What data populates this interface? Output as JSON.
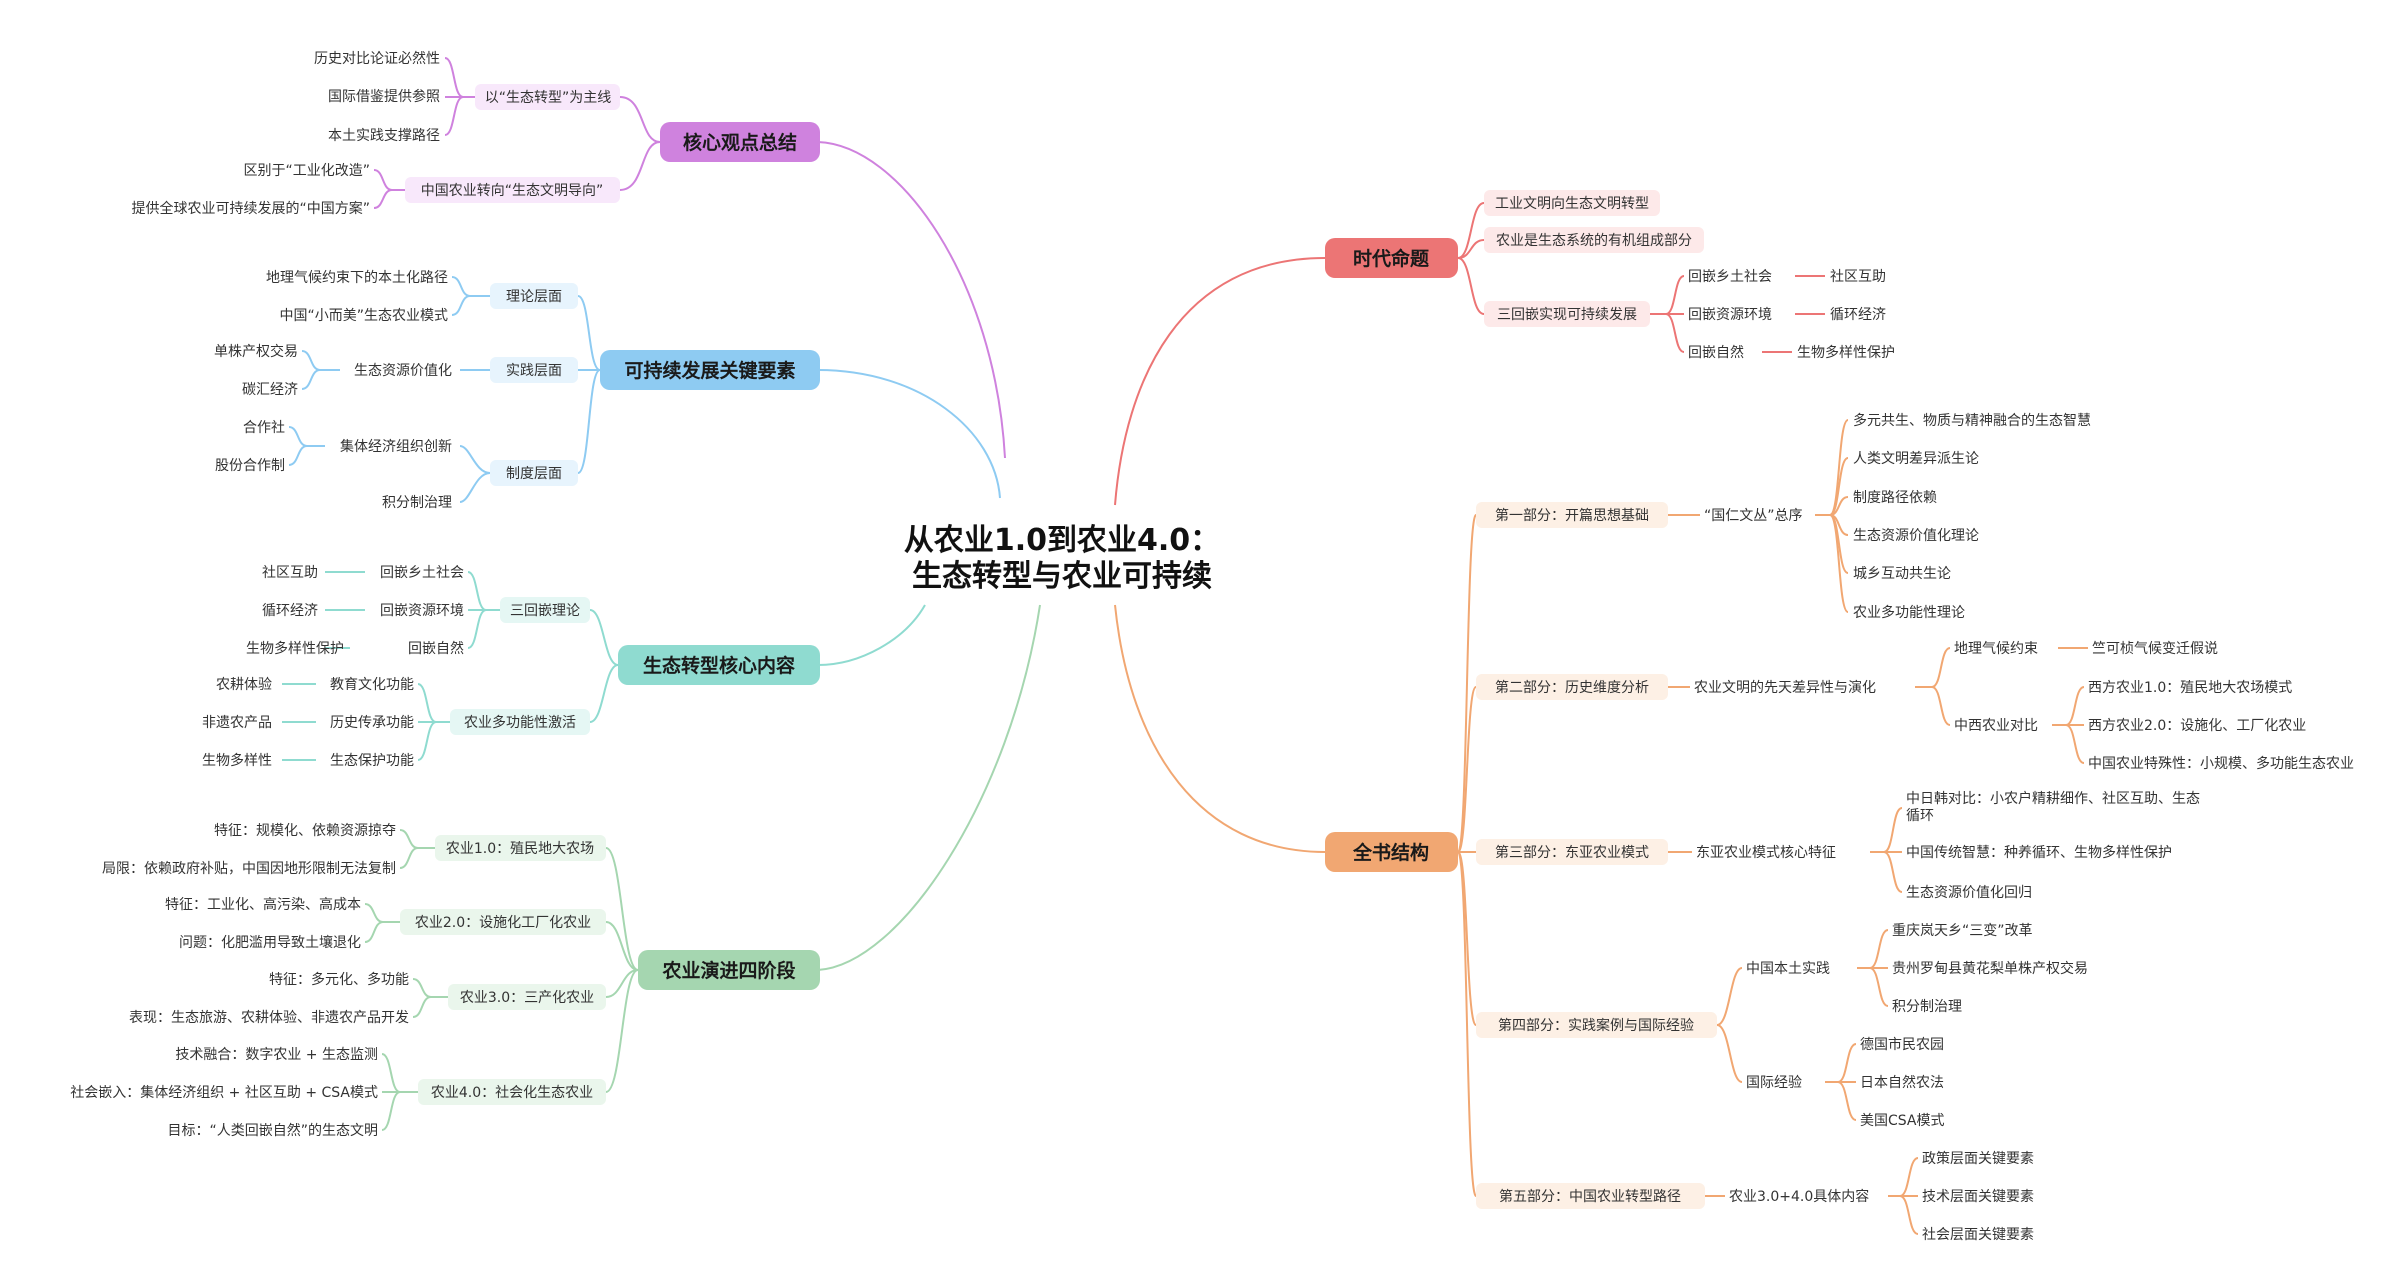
{
  "title": {
    "line1": "从农业1.0到农业4.0：",
    "line2": "生态转型与农业可持续"
  },
  "colors": {
    "purple": "#cf82de",
    "blue": "#8ecbf2",
    "teal": "#8fdbd0",
    "green": "#a5d6b0",
    "red": "#ec7575",
    "orange": "#f1a772"
  },
  "branches": {
    "core": {
      "label": "核心观点总结",
      "groups": [
        {
          "label": "以“生态转型”为主线",
          "leaves": [
            "历史对比论证必然性",
            "国际借鉴提供参照",
            "本土实践支撑路径"
          ]
        },
        {
          "label": "中国农业转向“生态文明导向”",
          "leaves": [
            "区别于“工业化改造”",
            "提供全球农业可持续发展的“中国方案”"
          ]
        }
      ]
    },
    "sustain": {
      "label": "可持续发展关键要素",
      "theory": {
        "label": "理论层面",
        "leaves": [
          "地理气候约束下的本土化路径",
          "中国“小而美”生态农业模式"
        ]
      },
      "practice": {
        "label": "实践层面",
        "sub": "生态资源价值化",
        "leaves": [
          "单株产权交易",
          "碳汇经济"
        ]
      },
      "system": {
        "label": "制度层面",
        "sub": "集体经济组织创新",
        "leaves": [
          "合作社",
          "股份合作制"
        ],
        "extra": "积分制治理"
      }
    },
    "ecocore": {
      "label": "生态转型核心内容",
      "groups": [
        {
          "label": "三回嵌理论",
          "items": [
            {
              "mid": "回嵌乡土社会",
              "leaf": "社区互助"
            },
            {
              "mid": "回嵌资源环境",
              "leaf": "循环经济"
            },
            {
              "mid": "回嵌自然",
              "leaf": "生物多样性保护"
            }
          ]
        },
        {
          "label": "农业多功能性激活",
          "items": [
            {
              "mid": "教育文化功能",
              "leaf": "农耕体验"
            },
            {
              "mid": "历史传承功能",
              "leaf": "非遗农产品"
            },
            {
              "mid": "生态保护功能",
              "leaf": "生物多样性"
            }
          ]
        }
      ]
    },
    "stages": {
      "label": "农业演进四阶段",
      "groups": [
        {
          "label": "农业1.0：殖民地大农场",
          "leaves": [
            "特征：规模化、依赖资源掠夺",
            "局限：依赖政府补贴，中国因地形限制无法复制"
          ]
        },
        {
          "label": "农业2.0：设施化工厂化农业",
          "leaves": [
            "特征：工业化、高污染、高成本",
            "问题：化肥滥用导致土壤退化"
          ]
        },
        {
          "label": "农业3.0：三产化农业",
          "leaves": [
            "特征：多元化、多功能",
            "表现：生态旅游、农耕体验、非遗农产品开发"
          ]
        },
        {
          "label": "农业4.0：社会化生态农业",
          "leaves": [
            "技术融合：数字农业 + 生态监测",
            "社会嵌入：集体经济组织 + 社区互助 + CSA模式",
            "目标：“人类回嵌自然”的生态文明"
          ]
        }
      ]
    },
    "era": {
      "label": "时代命题",
      "items": [
        "工业文明向生态文明转型",
        "农业是生态系统的有机组成部分"
      ],
      "three": {
        "label": "三回嵌实现可持续发展",
        "items": [
          {
            "mid": "回嵌乡土社会",
            "leaf": "社区互助"
          },
          {
            "mid": "回嵌资源环境",
            "leaf": "循环经济"
          },
          {
            "mid": "回嵌自然",
            "leaf": "生物多样性保护"
          }
        ]
      }
    },
    "book": {
      "label": "全书结构",
      "part1": {
        "label": "第一部分：开篇思想基础",
        "sub": "“国仁文丛”总序",
        "leaves": [
          "多元共生、物质与精神融合的生态智慧",
          "人类文明差异派生论",
          "制度路径依赖",
          "生态资源价值化理论",
          "城乡互动共生论",
          "农业多功能性理论"
        ]
      },
      "part2": {
        "label": "第二部分：历史维度分析",
        "sub": "农业文明的先天差异性与演化",
        "geo": {
          "label": "地理气候约束",
          "leaf": "竺可桢气候变迁假说"
        },
        "compare": {
          "label": "中西农业对比",
          "leaves": [
            "西方农业1.0：殖民地大农场模式",
            "西方农业2.0：设施化、工厂化农业",
            "中国农业特殊性：小规模、多功能生态农业"
          ]
        }
      },
      "part3": {
        "label": "第三部分：东亚农业模式",
        "sub": "东亚农业模式核心特征",
        "leaf1a": "中日韩对比：小农户精耕细作、社区互助、生态",
        "leaf1b": "循环",
        "leaf2": "中国传统智慧：种养循环、生物多样性保护",
        "leaf3": "生态资源价值化回归"
      },
      "part4": {
        "label": "第四部分：实践案例与国际经验",
        "local": {
          "label": "中国本土实践",
          "leaves": [
            "重庆岚天乡“三变”改革",
            "贵州罗甸县黄花梨单株产权交易",
            "积分制治理"
          ]
        },
        "intl": {
          "label": "国际经验",
          "leaves": [
            "德国市民农园",
            "日本自然农法",
            "美国CSA模式"
          ]
        }
      },
      "part5": {
        "label": "第五部分：中国农业转型路径",
        "sub": "农业3.0+4.0具体内容",
        "leaves": [
          "政策层面关键要素",
          "技术层面关键要素",
          "社会层面关键要素"
        ]
      }
    }
  }
}
